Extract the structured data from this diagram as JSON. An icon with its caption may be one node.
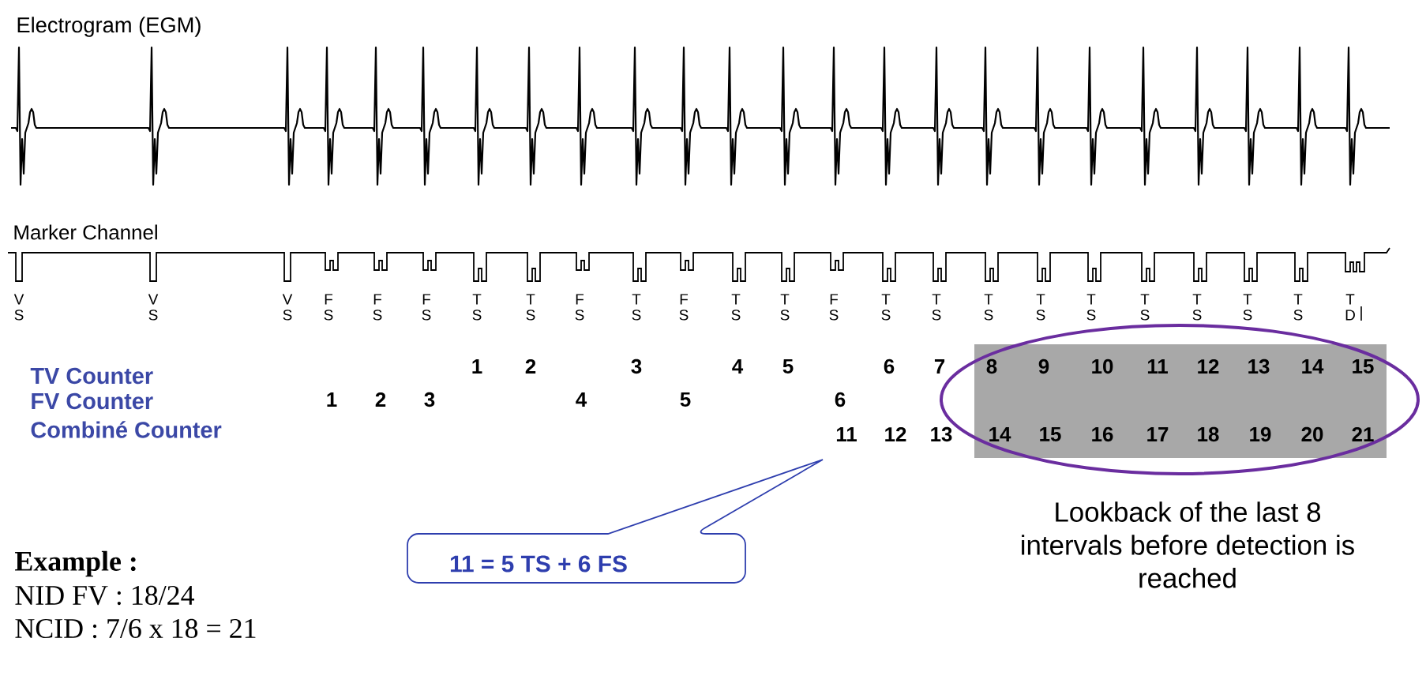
{
  "diagram": {
    "nodes": [
      {
        "text": [
          "11 = 5 TS + 6 FS"
        ]
      }
    ],
    "labels": [
      "Electrogram (EGM)",
      "Marker Channel",
      "V S",
      "V S",
      "V S",
      "F S",
      "F S",
      "F S",
      "T S",
      "T S",
      "F S",
      "T S",
      "F S",
      "T S",
      "T S",
      "F S",
      "T S",
      "T S",
      "T S",
      "T S",
      "T S",
      "T S",
      "T S",
      "T S",
      "T S",
      "T D",
      "TV Counter",
      "1",
      "2",
      "3",
      "4",
      "5",
      "6",
      "7",
      "8",
      "9",
      "10",
      "11",
      "12",
      "13",
      "14",
      "15",
      "FV Counter",
      "1",
      "2",
      "3",
      "4",
      "5",
      "6",
      "Combiné Counter",
      "11",
      "12",
      "13",
      "14",
      "15",
      "16",
      "17",
      "18",
      "19",
      "20",
      "21",
      "Lookback of the last 8 intervals before detection is reached",
      "Example :",
      "NID FV : 18/24",
      "NCID : 7/6 x 18 = 21"
    ]
  }
}
